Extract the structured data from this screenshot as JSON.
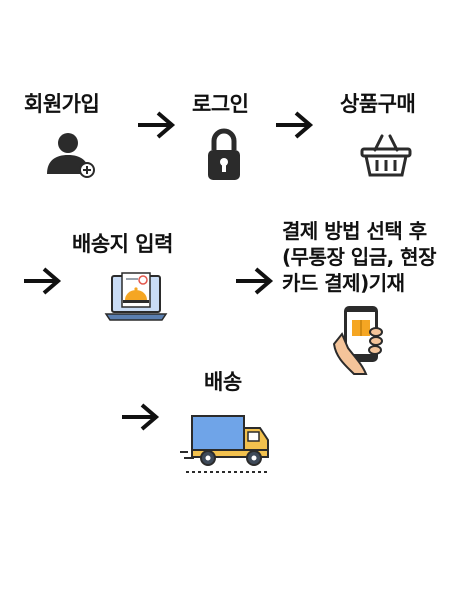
{
  "steps": {
    "signup": {
      "label": "회원가입",
      "icon": "add-user-icon"
    },
    "login": {
      "label": "로그인",
      "icon": "padlock-icon"
    },
    "purchase": {
      "label": "상품구매",
      "icon": "shopping-basket-icon"
    },
    "address": {
      "label": "배송지 입력",
      "icon": "laptop-order-icon"
    },
    "payment": {
      "label": "결제 방법 선택 후 (무통장 입금, 현장 카드 결제)기재",
      "icon": "mobile-payment-icon"
    },
    "delivery": {
      "label": "배송",
      "icon": "delivery-truck-icon"
    }
  },
  "colors": {
    "text": "#111111",
    "icon_dark": "#2b2b2b",
    "truck_box": "#6fa4e8",
    "truck_cab": "#f2c14e",
    "laptop_screen": "#c9dcf5",
    "dish": "#f5a623",
    "phone_hand": "#f4c49a"
  }
}
